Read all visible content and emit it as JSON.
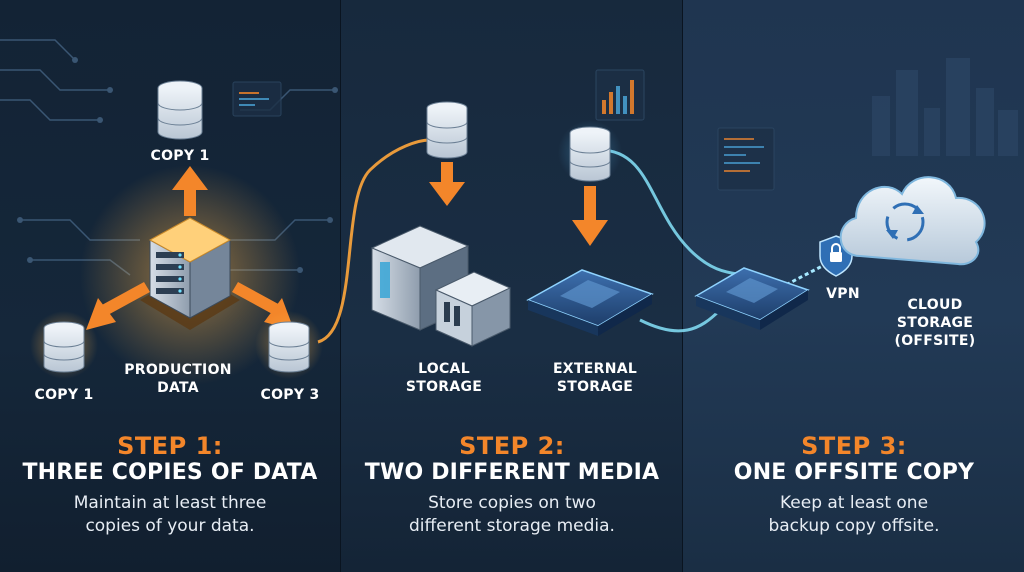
{
  "labels": {
    "copy1_top": "COPY 1",
    "copy1_left": "COPY 1",
    "copy3": "COPY 3",
    "production_line1": "PRODUCTION",
    "production_line2": "DATA",
    "local_line1": "LOCAL",
    "local_line2": "STORAGE",
    "external_line1": "EXTERNAL",
    "external_line2": "STORAGE",
    "vpn": "VPN",
    "cloud_line1": "CLOUD",
    "cloud_line2": "STORAGE",
    "cloud_line3": "(OFFSITE)"
  },
  "steps": [
    {
      "number": "STEP 1:",
      "title": "THREE COPIES OF DATA",
      "desc_line1": "Maintain at least three",
      "desc_line2": "copies of your data."
    },
    {
      "number": "STEP 2:",
      "title": "TWO DIFFERENT MEDIA",
      "desc_line1": "Store copies on two",
      "desc_line2": "different storage media."
    },
    {
      "number": "STEP 3:",
      "title": "ONE OFFSITE COPY",
      "desc_line1": "Keep at least one",
      "desc_line2": "backup copy offsite."
    }
  ],
  "colors": {
    "accent_orange": "#f3862a",
    "link_cyan": "#7fd8f0",
    "panel_dark": "#132335"
  }
}
